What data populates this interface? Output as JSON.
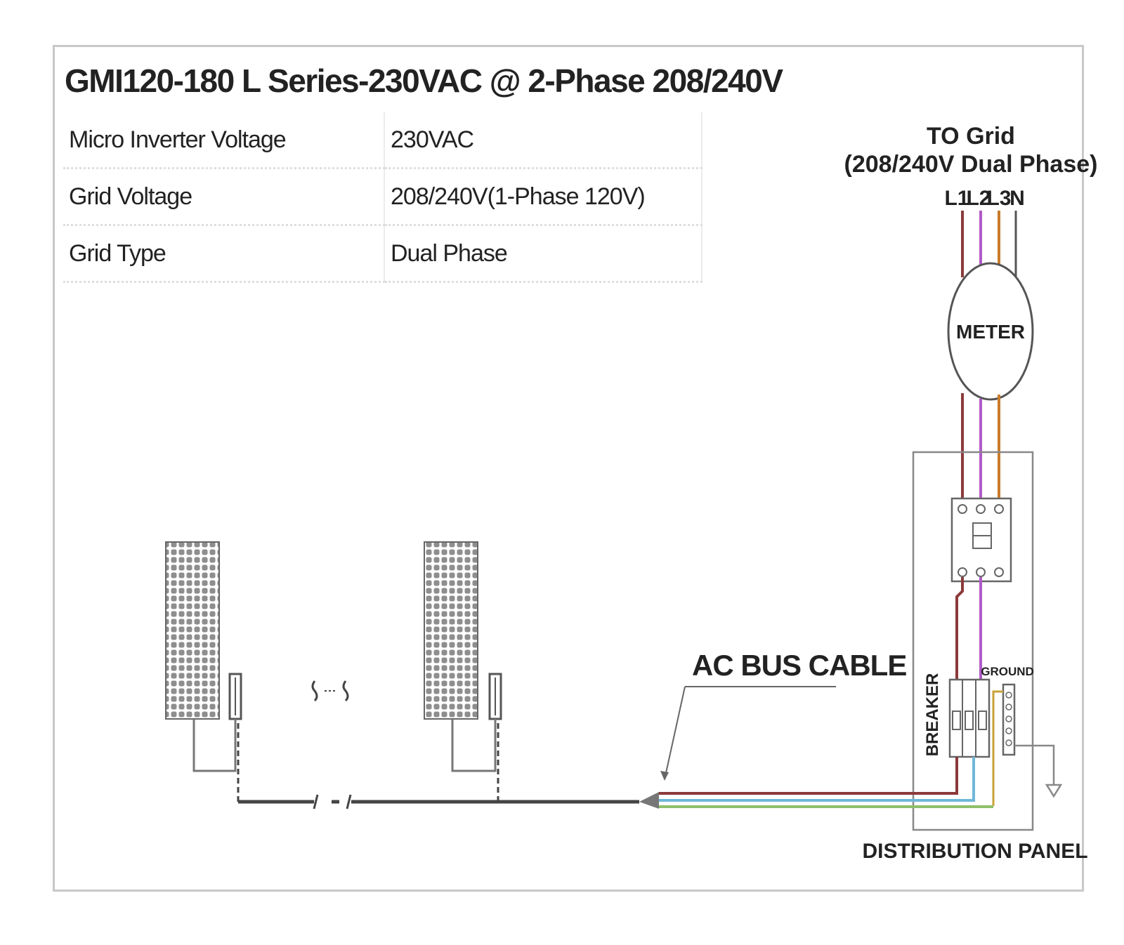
{
  "title": "GMI120-180 L Series-230VAC @ 2-Phase 208/240V",
  "specs": [
    {
      "label": "Micro Inverter Voltage",
      "value": "230VAC"
    },
    {
      "label": "Grid  Voltage",
      "value": "208/240V(1-Phase 120V)"
    },
    {
      "label": "Grid Type",
      "value": "Dual Phase"
    }
  ],
  "grid": {
    "line1": "TO Grid",
    "line2": "(208/240V Dual Phase)",
    "phases": [
      "L1",
      "L2",
      "L3",
      "N"
    ]
  },
  "meter_label": "METER",
  "ac_bus_label": "AC BUS CABLE",
  "breaker_label": "BREAKER",
  "ground_label": "GROUND",
  "panel_label": "DISTRIBUTION PANEL",
  "colors": {
    "l1": "#8b3a3a",
    "l2": "#b15ac8",
    "l3": "#c97b2a",
    "neutral": "#555555",
    "blue_wire": "#6fb8d8",
    "green_wire": "#8fbf6a",
    "bus": "#444444"
  }
}
